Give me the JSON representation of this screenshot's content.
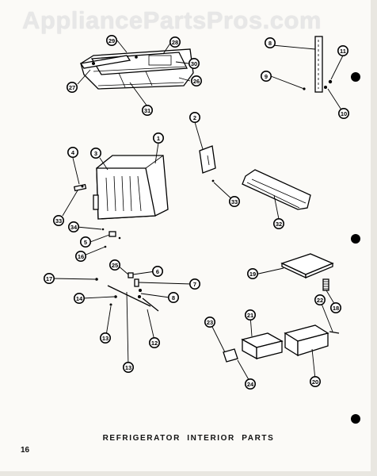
{
  "watermark": "AppliancePartsPros.com",
  "caption": "REFRIGERATOR INTERIOR PARTS",
  "page_number": "16",
  "callouts": [
    "29",
    "28",
    "30",
    "27",
    "26",
    "31",
    "8",
    "11",
    "9",
    "10",
    "1",
    "3",
    "4",
    "33",
    "2",
    "33",
    "32",
    "34",
    "5",
    "16",
    "25",
    "6",
    "17",
    "7",
    "14",
    "8",
    "13",
    "12",
    "13",
    "19",
    "22",
    "18",
    "23",
    "21",
    "24",
    "20"
  ]
}
